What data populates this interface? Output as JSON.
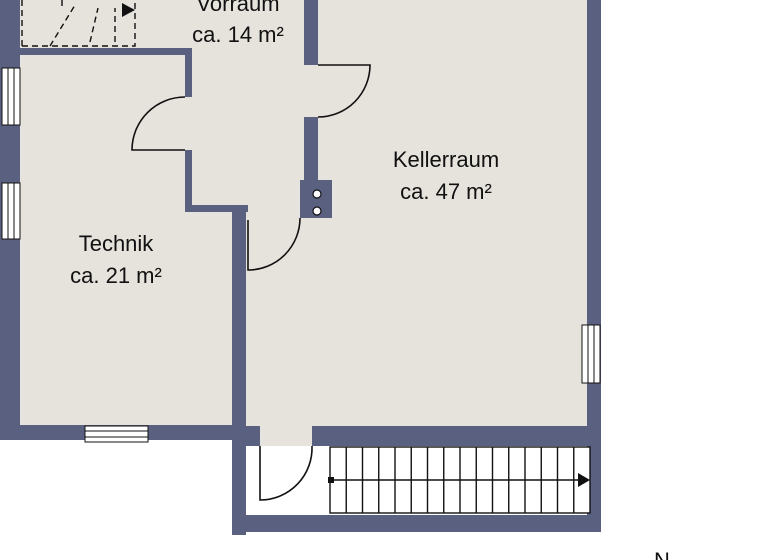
{
  "colors": {
    "wall": "#5a6080",
    "floor": "#e6e2dc",
    "line": "#111111",
    "background": "#ffffff"
  },
  "rooms": [
    {
      "name": "Vorraum",
      "area": "ca. 14 m²"
    },
    {
      "name": "Kellerraum",
      "area": "ca. 47 m²"
    },
    {
      "name": "Technik",
      "area": "ca. 21 m²"
    }
  ],
  "compass": {
    "label": "N"
  }
}
